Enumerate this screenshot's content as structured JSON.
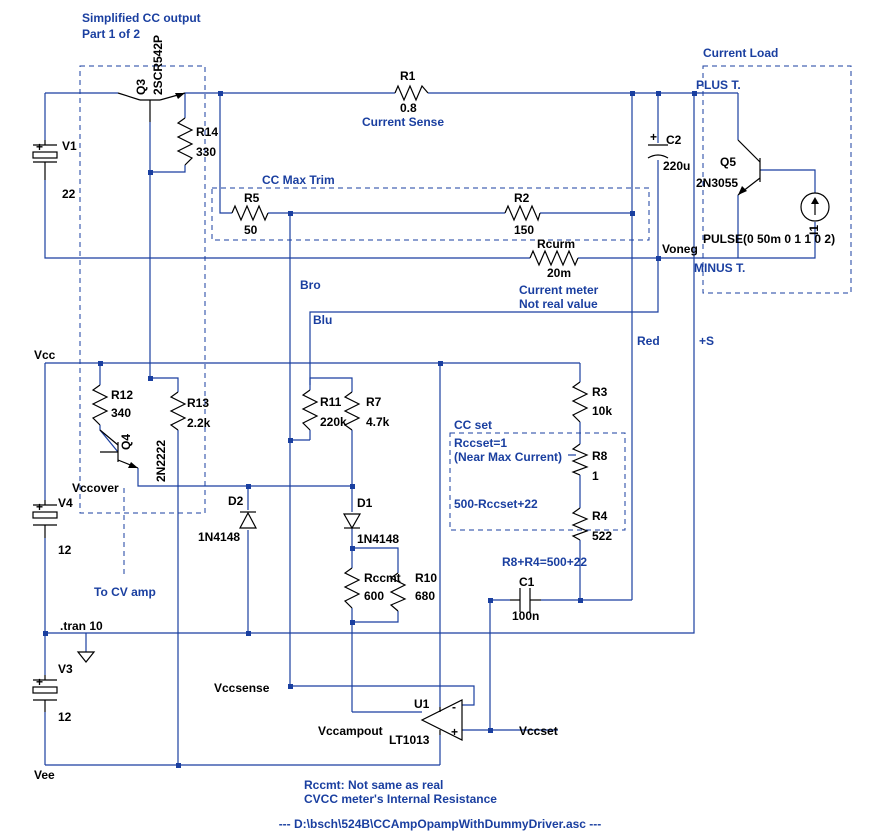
{
  "header": {
    "title_line1": "Simplified CC output",
    "title_line2": "Part 1 of  2"
  },
  "footer": {
    "filename": "---   D:\\bsch\\524B\\CCAmpOpampWithDummyDriver.asc   ---"
  },
  "groups": {
    "current_load": "Current Load",
    "cc_max_trim": "CC Max Trim",
    "cc_set": "CC set"
  },
  "components": {
    "v1": {
      "name": "V1",
      "value": "22"
    },
    "v4": {
      "name": "V4",
      "value": "12"
    },
    "v3": {
      "name": "V3",
      "value": "12"
    },
    "q3": {
      "name": "Q3",
      "value": "2SCR542P"
    },
    "q4": {
      "name": "Q4",
      "value": "2N2222"
    },
    "q5": {
      "name": "Q5",
      "value": "2N3055"
    },
    "r1": {
      "name": "R1",
      "value": "0.8",
      "note": "Current Sense"
    },
    "r2": {
      "name": "R2",
      "value": "150"
    },
    "r3": {
      "name": "R3",
      "value": "10k"
    },
    "r4": {
      "name": "R4",
      "value": "522"
    },
    "r5": {
      "name": "R5",
      "value": "50"
    },
    "r7": {
      "name": "R7",
      "value": "4.7k"
    },
    "r8": {
      "name": "R8",
      "value": "1"
    },
    "r10": {
      "name": "R10",
      "value": "680"
    },
    "r11": {
      "name": "R11",
      "value": "220k"
    },
    "r12": {
      "name": "R12",
      "value": "340"
    },
    "r13": {
      "name": "R13",
      "value": "2.2k"
    },
    "r14": {
      "name": "R14",
      "value": "330"
    },
    "rcurm": {
      "name": "Rcurm",
      "value": "20m",
      "note1": "Current meter",
      "note2": "Not real value"
    },
    "rccmt": {
      "name": "Rccmt",
      "value": "600"
    },
    "c1": {
      "name": "C1",
      "value": "100n"
    },
    "c2": {
      "name": "C2",
      "value": "220u"
    },
    "d1": {
      "name": "D1",
      "value": "1N4148"
    },
    "d2": {
      "name": "D2",
      "value": "1N4148"
    },
    "u1": {
      "name": "U1",
      "value": "LT1013"
    },
    "i1": {
      "name": "I1",
      "value": "PULSE(0 50m 0 1 1 0 2)"
    }
  },
  "nets": {
    "plus_t": "PLUS T.",
    "minus_t": "MINUS T.",
    "voneg": "Voneg",
    "vcc": "Vcc",
    "vee": "Vee",
    "vccover": "Vccover",
    "vccsense": "Vccsense",
    "vccampout": "Vccampout",
    "vccset": "Vccset",
    "bro": "Bro",
    "blu": "Blu",
    "red": "Red",
    "plus_s": "+S",
    "to_cv_amp": "To CV amp"
  },
  "notes": {
    "tran": ".tran 10",
    "rccset_1": "Rccset=1",
    "rccset_2": "(Near Max Current)",
    "rccset_3": "500-Rccset+22",
    "r8r4": "R8+R4=500+22",
    "rccmt_1": "Rccmt: Not same as real",
    "rccmt_2": "CVCC meter's Internal Resistance"
  }
}
